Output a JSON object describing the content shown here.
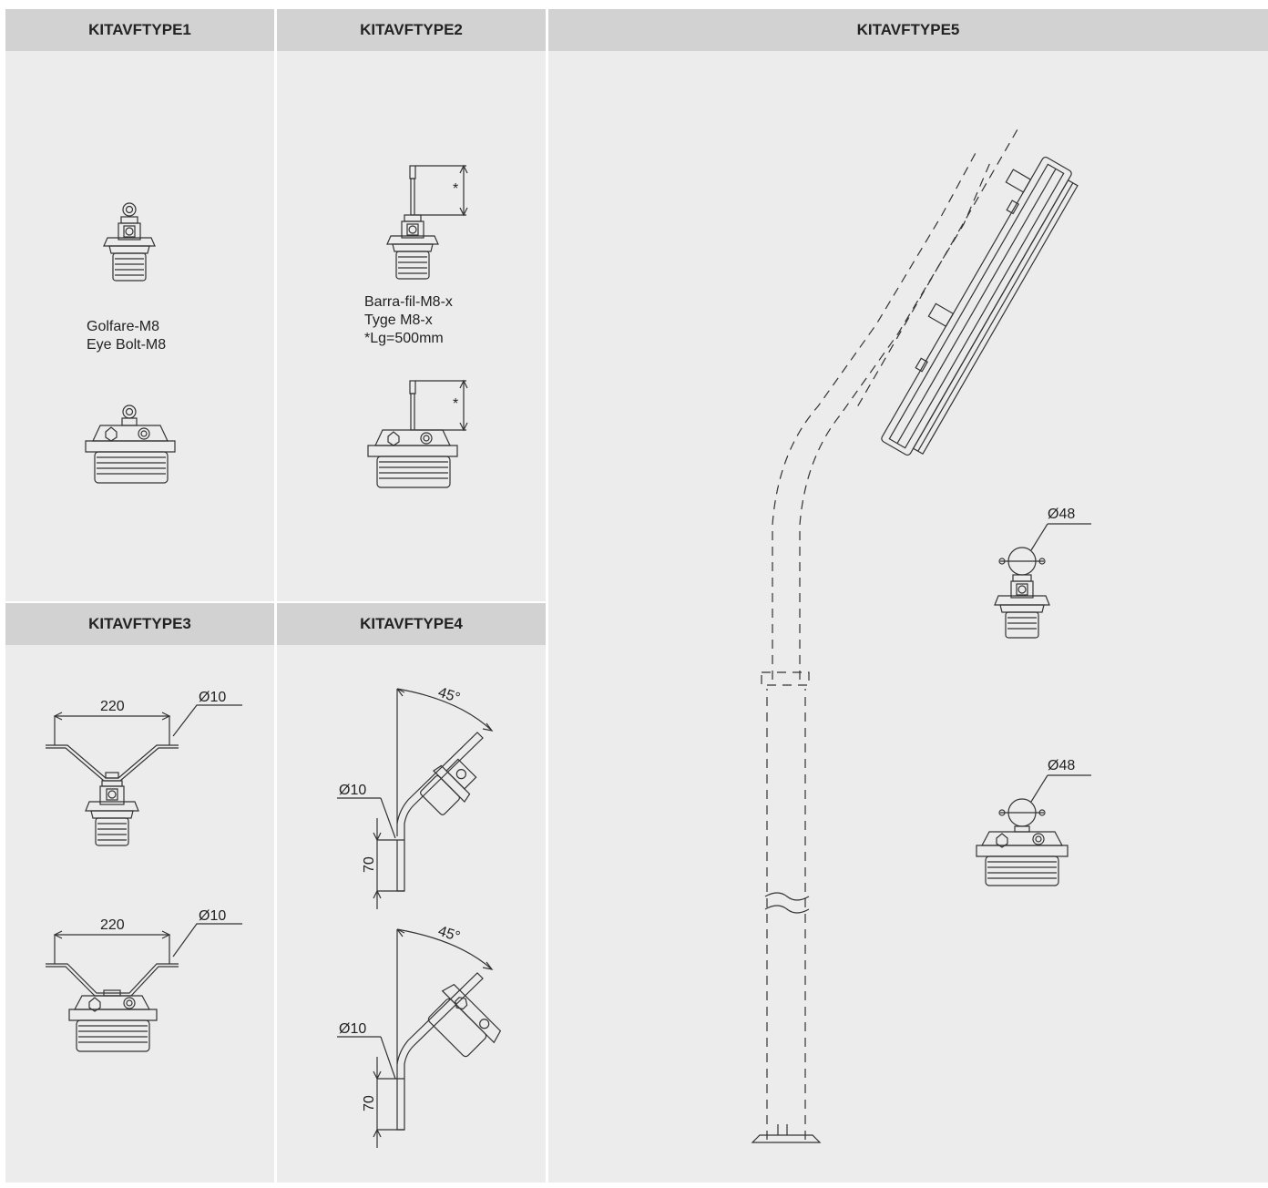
{
  "panels": {
    "type1": {
      "title": "KITAVFTYPE1",
      "caption_line1": "Golfare-M8",
      "caption_line2": "Eye Bolt-M8"
    },
    "type2": {
      "title": "KITAVFTYPE2",
      "caption_line1": "Barra-fil-M8-x",
      "caption_line2": "Tyge M8-x",
      "caption_line3": "*Lg=500mm",
      "dim_star": "*"
    },
    "type3": {
      "title": "KITAVFTYPE3",
      "width_label": "220",
      "diameter_label": "Ø10"
    },
    "type4": {
      "title": "KITAVFTYPE4",
      "angle_label": "45°",
      "diameter_label": "Ø10",
      "height_label": "70"
    },
    "type5": {
      "title": "KITAVFTYPE5",
      "diameter_label": "Ø48"
    }
  }
}
